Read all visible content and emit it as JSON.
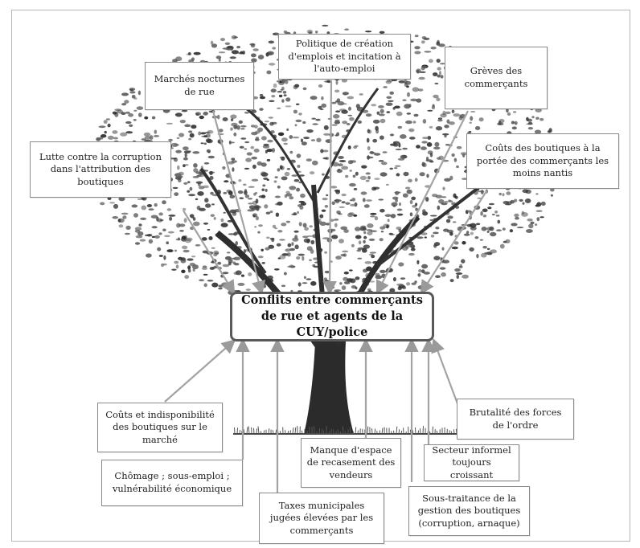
{
  "central_issue": "Conflits entre commerçants de rue et agents de la CUY/police",
  "solutions": [
    "Lutte contre la corruption dans l'attribution des boutiques",
    "Marchés nocturnes de rue",
    "Politique de création d'emplois et incitation à l'auto-emploi",
    "Grèves des commerçants",
    "Coûts des boutiques à la portée des commerçants les moins nantis"
  ],
  "causes": [
    "Coûts et indisponibilité des boutiques sur le marché",
    "Chômage ; sous-emploi ; vulnérabilité économique",
    "Taxes municipales jugées élevées par les commerçants",
    "Manque d'espace de recasement des vendeurs",
    "Secteur informel toujours croissant",
    "Sous-traitance de la gestion des boutiques (corruption, arnaque)",
    "Brutalité des forces de l'ordre"
  ],
  "colors": {
    "arrow": "#a3a3a3",
    "box_border": "#8a8a8a",
    "center_border": "#5a5a5a",
    "foliage": "#3b3b3b",
    "trunk": "#2a2a2a"
  }
}
